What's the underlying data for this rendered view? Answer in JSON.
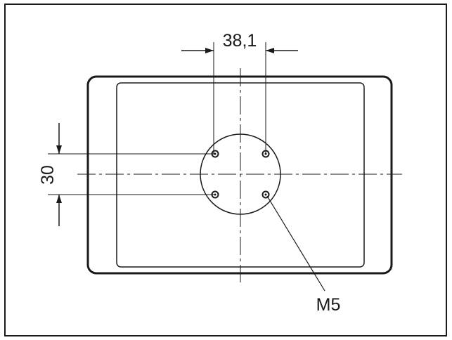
{
  "diagram": {
    "horizontal_dimension": "38,1",
    "vertical_dimension": "30",
    "hole_callout": "M5"
  },
  "colors": {
    "ink": "#1a1a1a",
    "background": "#ffffff"
  }
}
